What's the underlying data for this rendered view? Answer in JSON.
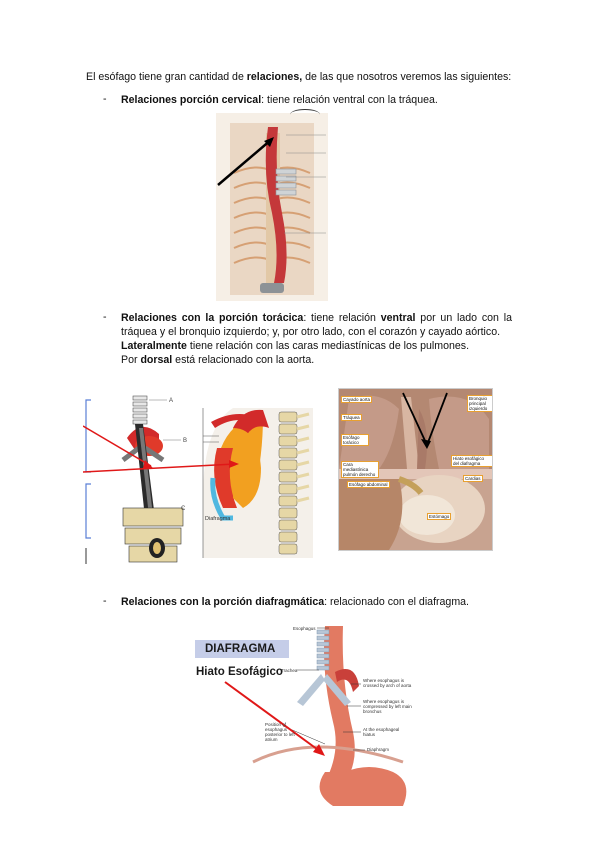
{
  "intro": {
    "pre": "El esófago tiene gran cantidad de ",
    "bold": "relaciones,",
    "post": " de las que nosotros veremos las siguientes:"
  },
  "section_cervical": {
    "bullet": "-",
    "bold": "Relaciones porción cervical",
    "post": ": tiene relación ventral con la tráquea."
  },
  "section_toracica": {
    "bullet": "-",
    "line1_bold": "Relaciones con la porción torácica",
    "line1_a": ": tiene relación ",
    "line1_b": "ventral",
    "line1_c": " por un lado con la",
    "line2": "tráquea y el bronquio izquierdo; y, por otro lado, con el corazón y cayado aórtico.",
    "line3_bold": "Lateralmente",
    "line3_post": " tiene relación con las caras mediastínicas de los pulmones.",
    "line4_pre": "Por ",
    "line4_bold": "dorsal",
    "line4_post": " está relacionado con la aorta."
  },
  "section_diafragma": {
    "bullet": "-",
    "bold": "Relaciones con la porción diafragmática",
    "post": ": relacionado con el diafragma."
  },
  "fig2b_labels": {
    "cayado": "Cayado aorta",
    "traquea": "Tráquea",
    "esofago_toracico": "Esófago torácico",
    "cara_mediastinica": "Cara mediastínica pulmón derecho",
    "esofago_abdominal": "Esófago abdominal",
    "bronquio": "Bronquio principal izquierdo",
    "hiato": "Hiato esofágico del diafragma",
    "cardias": "Cardias",
    "estomago": "Estómago"
  },
  "fig2a_labels": {
    "diafragma": "Diafragma",
    "a": "A",
    "b": "B",
    "c": "C"
  },
  "fig3_labels": {
    "banner": "DIAFRAGMA",
    "subtitle": "Hiato Esofágico",
    "esophagus": "Esophagus",
    "trachea": "Trachea",
    "arch": "Where esophagus is crossed by arch of aorta",
    "bronchus": "Where esophagus is compressed by left main bronchus",
    "hiatus": "At the esophageal hiatus",
    "posterior": "Position of esophagus posterior to left atrium",
    "diaphragm": "Diaphragm"
  },
  "colors": {
    "arrow": "#e01818",
    "tissue": "#c9403a",
    "banner_bg": "#c5cde8"
  }
}
